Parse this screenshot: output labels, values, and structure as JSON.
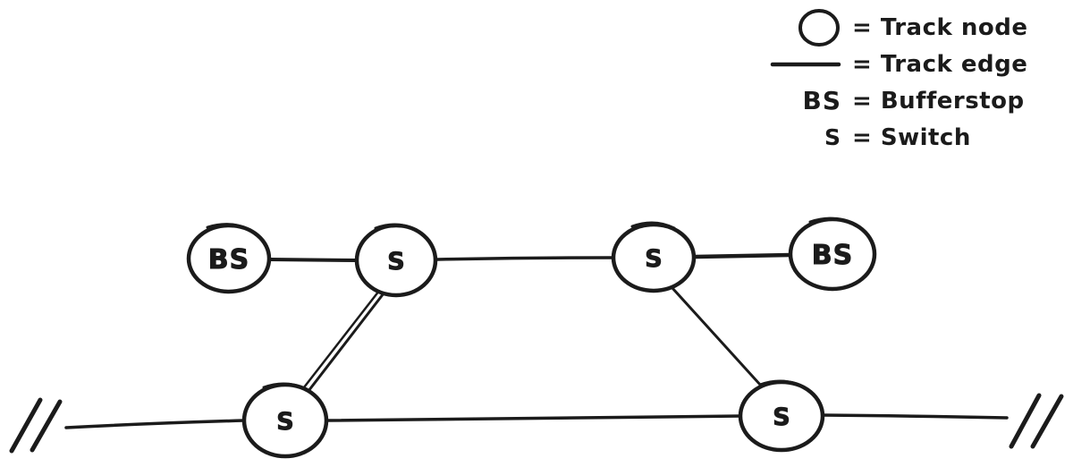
{
  "page": {
    "background_color": "#ffffff",
    "ink_color": "#1b1b1b"
  },
  "legend": {
    "rows": [
      {
        "symbol": "track-node-circle-icon",
        "text": "= Track node"
      },
      {
        "symbol": "track-edge-line-icon",
        "text": "= Track edge"
      },
      {
        "symbol_text": "BS",
        "text": "= Bufferstop"
      },
      {
        "symbol_text": "S",
        "text": "= Switch"
      }
    ]
  },
  "diagram": {
    "nodes": [
      {
        "id": "bufferstop-top-left",
        "label": "BS",
        "type": "bufferstop"
      },
      {
        "id": "switch-top-left",
        "label": "S",
        "type": "switch"
      },
      {
        "id": "switch-top-right",
        "label": "S",
        "type": "switch"
      },
      {
        "id": "bufferstop-top-right",
        "label": "BS",
        "type": "bufferstop"
      },
      {
        "id": "switch-bottom-left",
        "label": "S",
        "type": "switch"
      },
      {
        "id": "switch-bottom-right",
        "label": "S",
        "type": "switch"
      }
    ],
    "edges": [
      {
        "from": "bufferstop-top-left",
        "to": "switch-top-left"
      },
      {
        "from": "switch-top-left",
        "to": "switch-top-right"
      },
      {
        "from": "switch-top-right",
        "to": "bufferstop-top-right"
      },
      {
        "from": "switch-top-left",
        "to": "switch-bottom-left"
      },
      {
        "from": "switch-top-right",
        "to": "switch-bottom-right"
      },
      {
        "from": "track-continues-left",
        "to": "switch-bottom-left"
      },
      {
        "from": "switch-bottom-left",
        "to": "switch-bottom-right"
      },
      {
        "from": "switch-bottom-right",
        "to": "track-continues-right"
      }
    ],
    "break_marks": [
      "track-continues-left",
      "track-continues-right"
    ]
  }
}
